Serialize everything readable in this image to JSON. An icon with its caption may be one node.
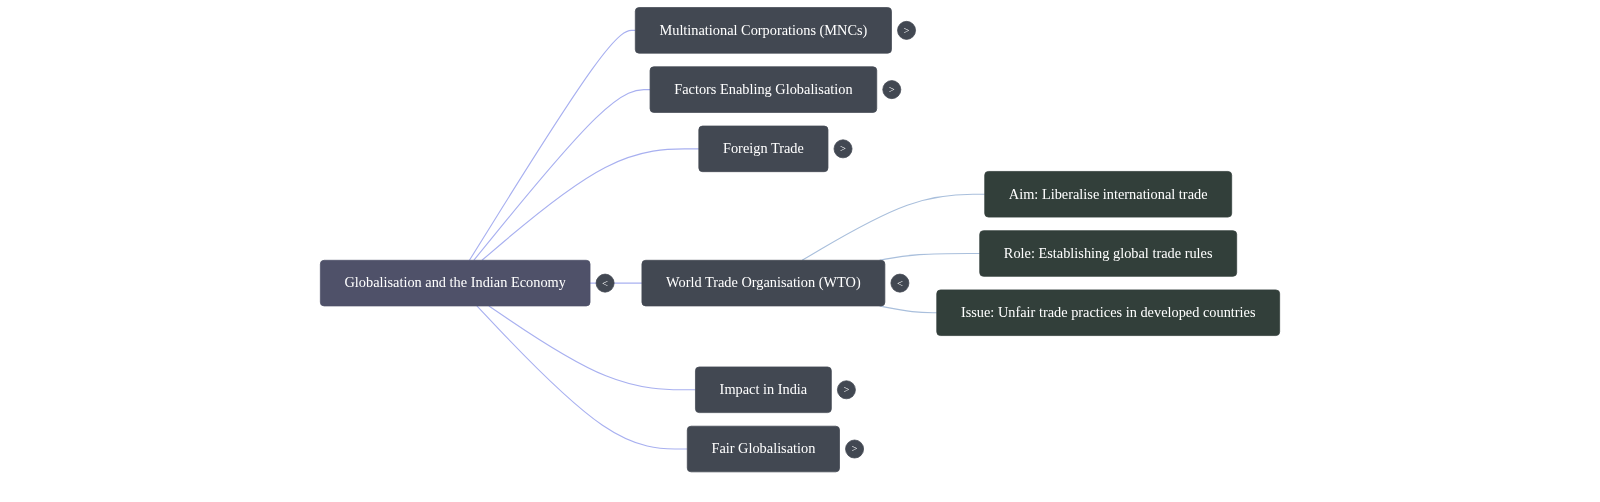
{
  "diagram": {
    "nodes": [
      {
        "text": [
          "Globalisation and the Indian Economy"
        ],
        "beside": [
          "<"
        ]
      },
      {
        "text": [
          "Multinational Corporations (MNCs)"
        ],
        "beside": [
          ">"
        ]
      },
      {
        "text": [
          "Factors Enabling Globalisation"
        ],
        "beside": [
          ">"
        ]
      },
      {
        "text": [
          "Foreign Trade"
        ],
        "beside": [
          ">"
        ]
      },
      {
        "text": [
          "World Trade Organisation (WTO)"
        ],
        "beside": [
          "<"
        ]
      },
      {
        "text": [
          "Impact in India"
        ],
        "beside": [
          ">"
        ]
      },
      {
        "text": [
          "Fair Globalisation"
        ],
        "beside": [
          ">"
        ]
      },
      {
        "text": [
          "Aim: Liberalise international trade"
        ]
      },
      {
        "text": [
          "Role: Establishing global trade rules"
        ]
      },
      {
        "text": [
          "Issue: Unfair trade practices in developed countries"
        ]
      }
    ],
    "edges": [
      {
        "from": 0,
        "to": 1,
        "arrow": "none"
      },
      {
        "from": 0,
        "to": 2,
        "arrow": "none"
      },
      {
        "from": 0,
        "to": 3,
        "arrow": "none"
      },
      {
        "from": 0,
        "to": 4,
        "arrow": "none"
      },
      {
        "from": 0,
        "to": 5,
        "arrow": "none"
      },
      {
        "from": 0,
        "to": 6,
        "arrow": "none"
      },
      {
        "from": 4,
        "to": 7,
        "arrow": "none",
        "color": "#a9bfdc"
      },
      {
        "from": 4,
        "to": 8,
        "arrow": "none",
        "color": "#a9bfdc"
      },
      {
        "from": 4,
        "to": 9,
        "arrow": "none",
        "color": "#a9bfdc"
      }
    ]
  }
}
